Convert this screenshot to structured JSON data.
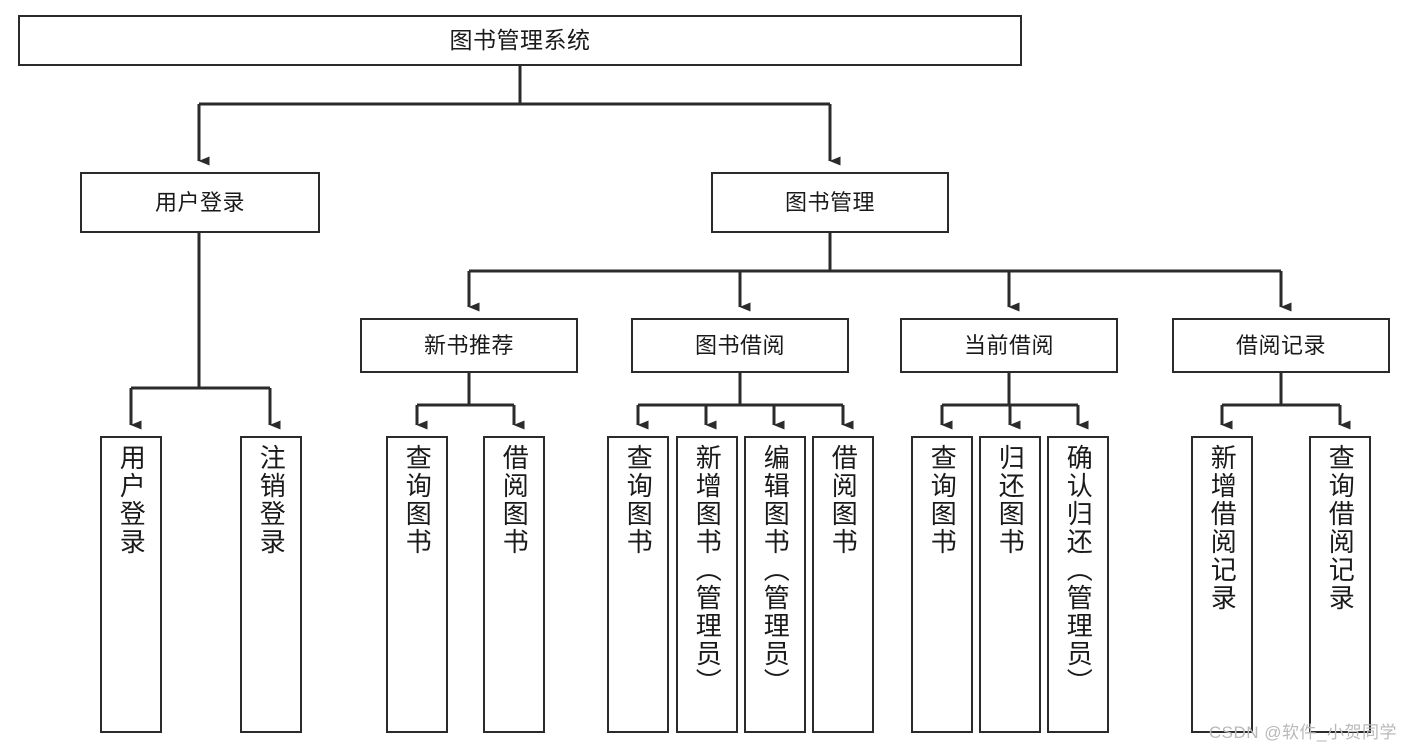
{
  "diagram": {
    "type": "tree-hierarchy-chart",
    "title": "图书管理系统",
    "line_color": "#2b2b2b",
    "box_fill": "#ffffff",
    "text_color": "#1a1a1a"
  },
  "nodes": {
    "root": {
      "label": "图书管理系统",
      "level": 1,
      "orientation": "horizontal"
    },
    "level2": [
      {
        "id": "user-login",
        "label": "用户登录",
        "orientation": "horizontal"
      },
      {
        "id": "book-manage",
        "label": "图书管理",
        "orientation": "horizontal"
      }
    ],
    "level3": [
      {
        "id": "new-book-recommend",
        "label": "新书推荐",
        "orientation": "horizontal"
      },
      {
        "id": "book-borrow",
        "label": "图书借阅",
        "orientation": "horizontal"
      },
      {
        "id": "current-borrow",
        "label": "当前借阅",
        "orientation": "horizontal"
      },
      {
        "id": "borrow-record",
        "label": "借阅记录",
        "orientation": "horizontal"
      }
    ],
    "leaves": [
      {
        "id": "leaf-user-login",
        "label": "用户登录",
        "parent": "user-login"
      },
      {
        "id": "leaf-logout-login",
        "label": "注销登录",
        "parent": "user-login"
      },
      {
        "id": "leaf-query-book-1",
        "label": "查询图书",
        "parent": "new-book-recommend"
      },
      {
        "id": "leaf-borrow-book-1",
        "label": "借阅图书",
        "parent": "new-book-recommend"
      },
      {
        "id": "leaf-query-book-2",
        "label": "查询图书",
        "parent": "book-borrow"
      },
      {
        "id": "leaf-add-book",
        "label": "新增图书（管理员）",
        "parent": "book-borrow"
      },
      {
        "id": "leaf-edit-book",
        "label": "编辑图书（管理员）",
        "parent": "book-borrow"
      },
      {
        "id": "leaf-borrow-book-2",
        "label": "借阅图书",
        "parent": "book-borrow"
      },
      {
        "id": "leaf-query-book-3",
        "label": "查询图书",
        "parent": "current-borrow"
      },
      {
        "id": "leaf-return-book",
        "label": "归还图书",
        "parent": "current-borrow"
      },
      {
        "id": "leaf-confirm-return",
        "label": "确认归还（管理员）",
        "parent": "current-borrow"
      },
      {
        "id": "leaf-add-record",
        "label": "新增借阅记录",
        "parent": "borrow-record"
      },
      {
        "id": "leaf-query-record",
        "label": "查询借阅记录",
        "parent": "borrow-record"
      }
    ]
  },
  "watermark": {
    "text": "CSDN @软件_小贺同学"
  }
}
